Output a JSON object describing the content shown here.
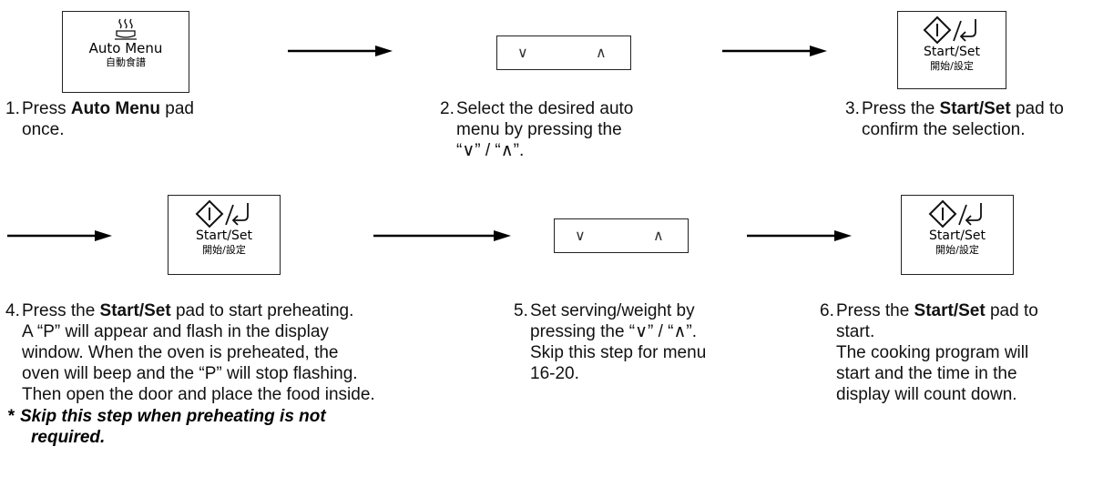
{
  "pads": {
    "auto_menu_label": "Auto Menu",
    "auto_menu_sub": "自動食譜",
    "start_set_label": "Start/Set",
    "start_set_sub": "開始/設定",
    "down": "∨",
    "up": "∧"
  },
  "steps": {
    "s1_num": "1.",
    "s1_pre": "Press ",
    "s1_bold": "Auto Menu",
    "s1_post": " pad",
    "s1_line2": "once.",
    "s2_num": "2.",
    "s2_line1": "Select the desired auto",
    "s2_line2": "menu by pressing the",
    "s2_line3": "“∨” / “∧”.",
    "s3_num": "3.",
    "s3_pre": "Press the ",
    "s3_bold": "Start/Set",
    "s3_post": " pad to",
    "s3_line2": "confirm the selection.",
    "s4_num": "4.",
    "s4_pre": "Press the ",
    "s4_bold": "Start/Set",
    "s4_post": " pad to start preheating.",
    "s4_line2": "A “P” will appear and flash in the display",
    "s4_line3": "window. When the oven is preheated, the",
    "s4_line4": "oven will beep and the “P” will stop flashing.",
    "s4_line5": "Then open the door and place the food inside.",
    "s4_note_star": "*",
    "s4_note_line1": "Skip this step when preheating is not",
    "s4_note_line2": "required.",
    "s5_num": "5.",
    "s5_line1": "Set serving/weight by",
    "s5_line2": "pressing the “∨” / “∧”.",
    "s5_line3": "Skip this step for menu",
    "s5_line4": "16-20.",
    "s6_num": "6.",
    "s6_pre": "Press the ",
    "s6_bold": "Start/Set",
    "s6_post": " pad to",
    "s6_line2": "start.",
    "s6_line3": "The cooking program will",
    "s6_line4": "start and the time in the",
    "s6_line5": "display will count down."
  }
}
